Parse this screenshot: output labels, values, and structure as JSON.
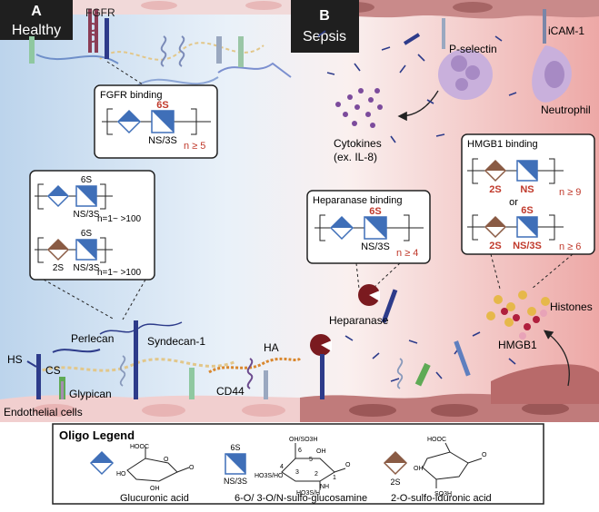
{
  "panels": {
    "a": {
      "letter": "A",
      "title": "Healthy"
    },
    "b": {
      "letter": "B",
      "title": "Sepsis"
    }
  },
  "labels": {
    "fgfr": "FGFR",
    "p_selectin": "P-selectin",
    "icam": "iCAM-1",
    "neutrophil": "Neutrophil",
    "cytokines_1": "Cytokines",
    "cytokines_2": "(ex. IL-8)",
    "perlecan": "Perlecan",
    "syndecan": "Syndecan-1",
    "ha": "HA",
    "hs": "HS",
    "cs": "CS",
    "glypican": "Glypican",
    "cd44": "CD44",
    "endothelial": "Endothelial cells",
    "heparanase": "Heparanase",
    "histones": "Histones",
    "hmgb1": "HMGB1"
  },
  "boxes": {
    "fgfr_binding": {
      "title": "FGFR binding",
      "mod_6s": "6S",
      "mod_ns": "NS/3S",
      "n": "n ≥ 5"
    },
    "syndecan_units": {
      "row1_6s": "6S",
      "row1_ns": "NS/3S",
      "row1_n": "n=1~ >100",
      "row2_6s": "6S",
      "row2_2s": "2S",
      "row2_ns": "NS/3S",
      "row2_n": "n=1~ >100"
    },
    "heparanase_binding": {
      "title": "Heparanase binding",
      "mod_6s": "6S",
      "mod_ns": "NS/3S",
      "n": "n ≥ 4"
    },
    "hmgb1_binding": {
      "title": "HMGB1 binding",
      "row1_2s": "2S",
      "row1_ns": "NS",
      "row1_n": "n ≥ 9",
      "or": "or",
      "row2_2s": "2S",
      "row2_6s": "6S",
      "row2_ns": "NS/3S",
      "row2_n": "n ≥ 6"
    }
  },
  "legend": {
    "title": "Oligo Legend",
    "item1": "Glucuronic acid",
    "item2": "6-O/ 3-O/N-sulfo-glucosamine",
    "item3": "2-O-sulfo-iduronic acid",
    "sym_6s": "6S",
    "sym_ns": "NS/3S",
    "sym_2s": "2S",
    "chem": {
      "cooh": "HOOC",
      "ho1": "HO",
      "oh1": "OH",
      "o1": "O",
      "o2": "O",
      "oh_so3h": "OH/SO3H",
      "c6": "6",
      "c5": "5",
      "c4": "4",
      "c3": "3",
      "c2": "2",
      "c1": "1",
      "ho3s": "HO3S/HO",
      "nh": "NH",
      "ho3s_h": "HO3S/H",
      "oh2": "OH",
      "o3": "O",
      "cooh2": "HOOC",
      "oh3": "OH",
      "so3h": "SO3H",
      "o4": "O"
    }
  },
  "colors": {
    "blue": "#3f6fb8",
    "brown": "#8a5b44",
    "red": "#c0392b",
    "navy": "#283a86"
  }
}
